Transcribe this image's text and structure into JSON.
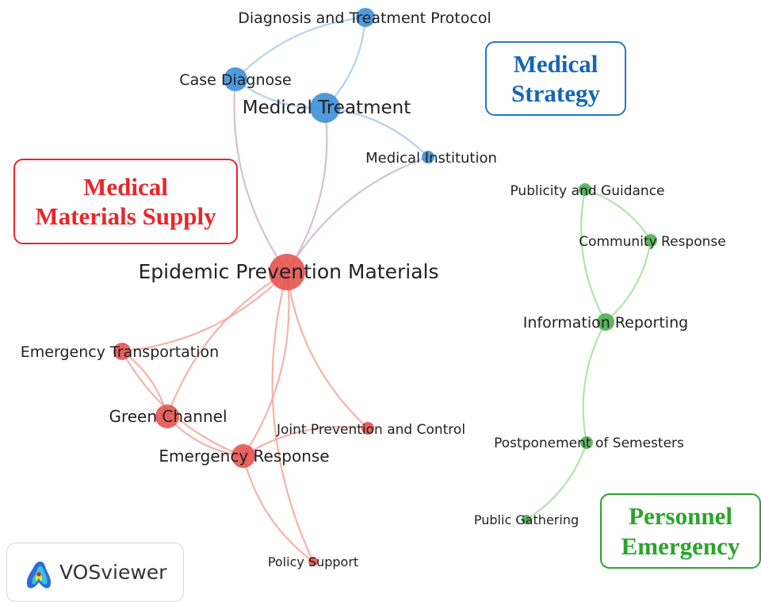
{
  "colors": {
    "strategy": "#3b8fd8",
    "supply": "#e5534f",
    "personnel": "#4caf50"
  },
  "clusters": {
    "strategy": {
      "line1": "Medical",
      "line2": "Strategy"
    },
    "supply": {
      "line1": "Medical",
      "line2": "Materials Supply"
    },
    "personnel": {
      "line1": "Personnel",
      "line2": "Emergency"
    }
  },
  "logo": {
    "text": "VOSviewer",
    "icon": "vosviewer-logo-icon"
  },
  "nodes": [
    {
      "id": "dtp",
      "label": "Diagnosis and Treatment Protocol",
      "cluster": "strategy",
      "weight": 2
    },
    {
      "id": "cd",
      "label": "Case Diagnose",
      "cluster": "strategy",
      "weight": 3
    },
    {
      "id": "mt",
      "label": "Medical Treatment",
      "cluster": "strategy",
      "weight": 5
    },
    {
      "id": "mi",
      "label": "Medical Institution",
      "cluster": "strategy",
      "weight": 1
    },
    {
      "id": "epm",
      "label": "Epidemic Prevention Materials",
      "cluster": "supply",
      "weight": 6
    },
    {
      "id": "et",
      "label": "Emergency Transportation",
      "cluster": "supply",
      "weight": 2
    },
    {
      "id": "gc",
      "label": "Green Channel",
      "cluster": "supply",
      "weight": 3
    },
    {
      "id": "er",
      "label": "Emergency Response",
      "cluster": "supply",
      "weight": 3
    },
    {
      "id": "jpc",
      "label": "Joint Prevention and Control",
      "cluster": "supply",
      "weight": 1
    },
    {
      "id": "ps",
      "label": "Policy Support",
      "cluster": "supply",
      "weight": 1
    },
    {
      "id": "pg",
      "label": "Publicity and Guidance",
      "cluster": "personnel",
      "weight": 1
    },
    {
      "id": "cr",
      "label": "Community Response",
      "cluster": "personnel",
      "weight": 1
    },
    {
      "id": "ir",
      "label": "Information Reporting",
      "cluster": "personnel",
      "weight": 2
    },
    {
      "id": "pos",
      "label": "Postponement of Semesters",
      "cluster": "personnel",
      "weight": 1
    },
    {
      "id": "pgath",
      "label": "Public Gathering",
      "cluster": "personnel",
      "weight": 1
    }
  ],
  "links": [
    [
      "dtp",
      "cd"
    ],
    [
      "dtp",
      "mt"
    ],
    [
      "cd",
      "mt"
    ],
    [
      "mt",
      "mi"
    ],
    [
      "cd",
      "epm"
    ],
    [
      "mt",
      "epm"
    ],
    [
      "mi",
      "epm"
    ],
    [
      "epm",
      "er"
    ],
    [
      "epm",
      "gc"
    ],
    [
      "epm",
      "et"
    ],
    [
      "epm",
      "jpc"
    ],
    [
      "er",
      "jpc"
    ],
    [
      "er",
      "ps"
    ],
    [
      "er",
      "et"
    ],
    [
      "gc",
      "et"
    ],
    [
      "er",
      "gc"
    ],
    [
      "epm",
      "ps"
    ],
    [
      "pg",
      "cr"
    ],
    [
      "pg",
      "ir"
    ],
    [
      "cr",
      "ir"
    ],
    [
      "ir",
      "pos"
    ],
    [
      "pos",
      "pgath"
    ]
  ]
}
